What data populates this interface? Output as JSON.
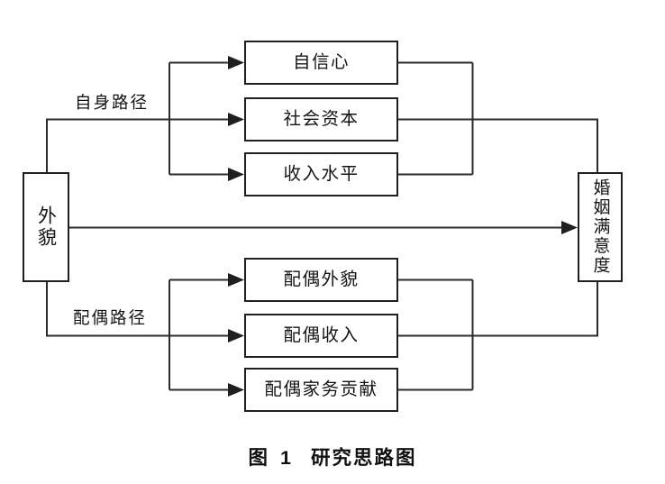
{
  "figure": {
    "type": "flow-diagram",
    "caption": {
      "prefix": "图 1",
      "title": "研究思路图"
    },
    "nodes": {
      "appearance": "外貌",
      "self_confidence": "自信心",
      "social_capital": "社会资本",
      "income_level": "收入水平",
      "spouse_appearance": "配偶外貌",
      "spouse_income": "配偶收入",
      "spouse_housework": "配偶家务贡献",
      "marital_satisfaction": "婚姻满意度"
    },
    "edge_labels": {
      "self_path": "自身路径",
      "spouse_path": "配偶路径"
    },
    "edges": [
      {
        "from": "appearance",
        "to": "self_confidence",
        "via": "自身路径"
      },
      {
        "from": "appearance",
        "to": "social_capital",
        "via": "自身路径"
      },
      {
        "from": "appearance",
        "to": "income_level",
        "via": "自身路径"
      },
      {
        "from": "appearance",
        "to": "marital_satisfaction",
        "via": "direct"
      },
      {
        "from": "appearance",
        "to": "spouse_appearance",
        "via": "配偶路径"
      },
      {
        "from": "appearance",
        "to": "spouse_income",
        "via": "配偶路径"
      },
      {
        "from": "appearance",
        "to": "spouse_housework",
        "via": "配偶路径"
      },
      {
        "from": "self_confidence,social_capital,income_level",
        "to": "marital_satisfaction",
        "via": "collector-top"
      },
      {
        "from": "spouse_appearance,spouse_income,spouse_housework",
        "to": "marital_satisfaction",
        "via": "collector-bottom"
      }
    ],
    "colors": {
      "line": "#2b2b2b",
      "box_border": "#1f1f1f",
      "background": "#ffffff",
      "text": "#141414"
    }
  }
}
